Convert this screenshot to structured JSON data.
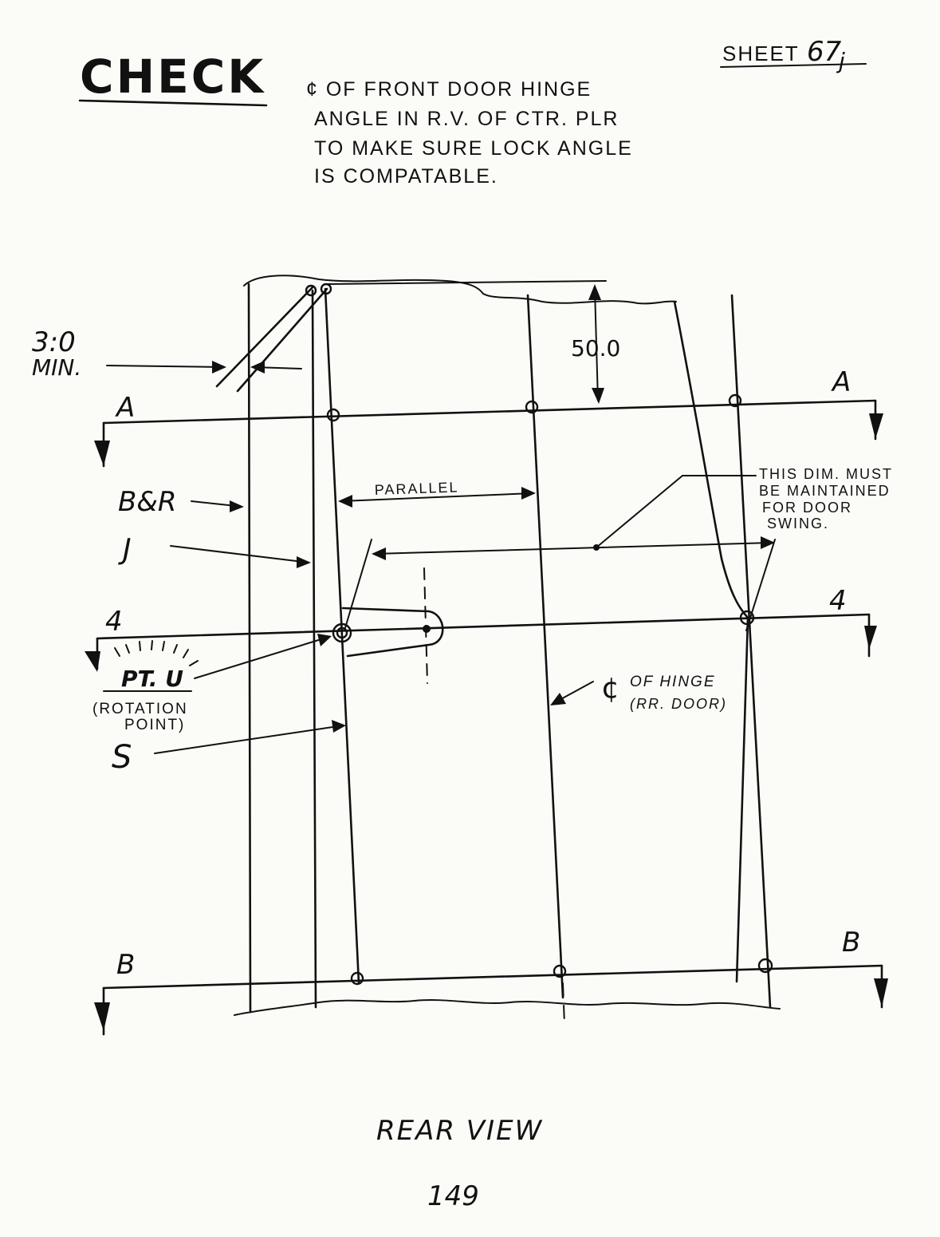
{
  "sheet": {
    "label": "SHEET",
    "number": "67",
    "suffix": "j"
  },
  "title": "CHECK",
  "note_lines": [
    "¢ OF FRONT DOOR HINGE",
    "ANGLE IN R.V. OF CTR. PLR",
    "TO MAKE SURE LOCK ANGLE",
    "IS COMPATABLE."
  ],
  "labels": {
    "dim_3_0": "3:0",
    "min": "MIN.",
    "dim_50": "50.0",
    "section_a": "A",
    "section_4": "4",
    "section_b": "B",
    "br": "B&R",
    "j": "J",
    "s": "S",
    "pt_u": "PT. U",
    "rotation_1": "(ROTATION",
    "rotation_2": "POINT)",
    "parallel": "PARALLEL",
    "dim_note": [
      "THIS DIM. MUST",
      "BE MAINTAINED",
      "FOR DOOR",
      "SWING."
    ],
    "hinge_cl": "¢",
    "hinge_1": "OF HINGE",
    "hinge_2": "(RR. DOOR)"
  },
  "view_title": "REAR VIEW",
  "page_number": "149"
}
